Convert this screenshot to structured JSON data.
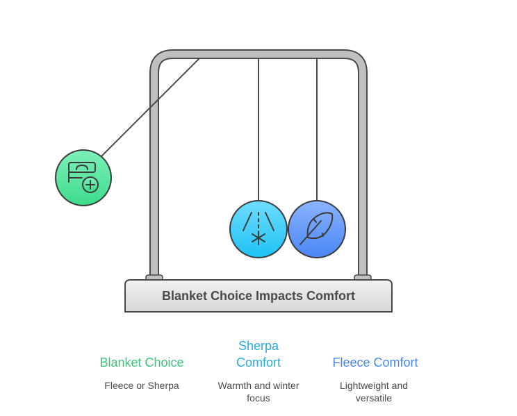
{
  "title": "Blanket Choice Impacts Comfort",
  "items": [
    {
      "label": "Blanket Choice",
      "description": "Fleece or Sherpa",
      "icon": "bed-plus-icon",
      "color": "#3cc47c"
    },
    {
      "label": "Sherpa Comfort",
      "label_lines": [
        "Sherpa",
        "Comfort"
      ],
      "description": "Warmth and winter focus",
      "icon": "snowflake-icon",
      "color": "#29a9d8"
    },
    {
      "label": "Fleece Comfort",
      "description": "Lightweight and versatile",
      "icon": "feather-icon",
      "color": "#4a86e8"
    }
  ]
}
